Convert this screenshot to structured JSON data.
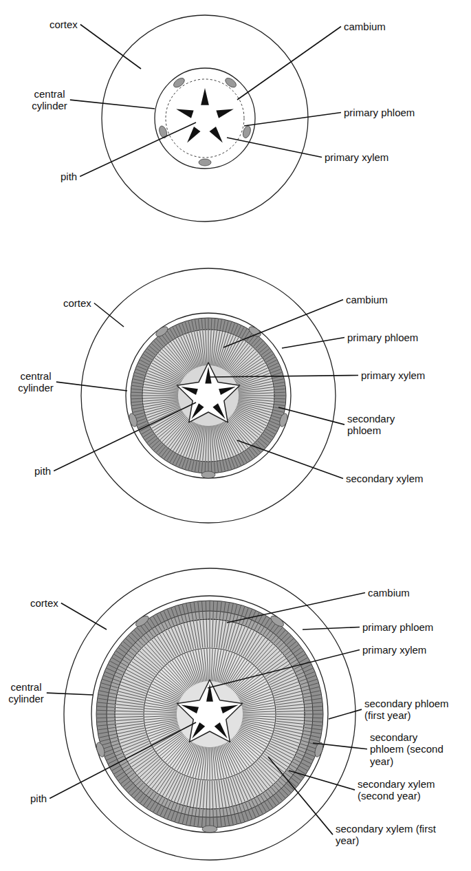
{
  "diagram": {
    "labels": [
      "cortex",
      "central cylinder",
      "pith",
      "cambium",
      "primary phloem",
      "primary xylem",
      "cortex",
      "central cylinder",
      "pith",
      "cambium",
      "primary phloem",
      "primary xylem",
      "secondary phloem",
      "secondary xylem",
      "cortex",
      "central cylinder",
      "pith",
      "cambium",
      "primary phloem",
      "primary xylem",
      "secondary phloem (first year)",
      "secondary phloem (second year)",
      "secondary xylem (second year)",
      "secondary xylem (first year)"
    ]
  }
}
